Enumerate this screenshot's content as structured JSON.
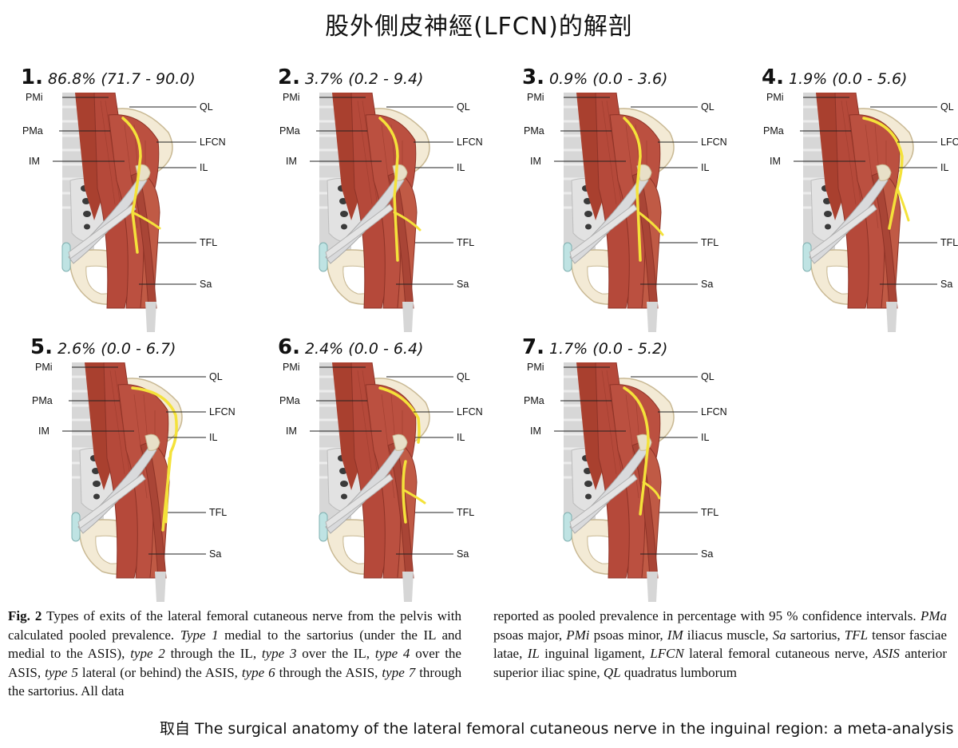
{
  "title": "股外側皮神經(LFCN)的解剖",
  "labels": {
    "pmi": "PMi",
    "pma": "PMa",
    "im": "IM",
    "ql": "QL",
    "lfcn": "LFCN",
    "il": "IL",
    "tfl": "TFL",
    "sa": "Sa"
  },
  "panels": [
    {
      "number": "1.",
      "prevalence": "86.8% (71.7 - 90.0)",
      "type": 1
    },
    {
      "number": "2.",
      "prevalence": "3.7% (0.2 - 9.4)",
      "type": 2
    },
    {
      "number": "3.",
      "prevalence": "0.9% (0.0 - 3.6)",
      "type": 3
    },
    {
      "number": "4.",
      "prevalence": "1.9% (0.0 - 5.6)",
      "type": 4
    },
    {
      "number": "5.",
      "prevalence": "2.6% (0.0 - 6.7)",
      "type": 5
    },
    {
      "number": "6.",
      "prevalence": "2.4% (0.0 - 6.4)",
      "type": 6
    },
    {
      "number": "7.",
      "prevalence": "1.7% (0.0 - 5.2)",
      "type": 7
    }
  ],
  "caption": {
    "fig": "Fig. 2",
    "left_1": "Types of exits of the lateral femoral cutaneous nerve from the pelvis with calculated pooled prevalence.",
    "t1": "Type 1",
    "left_2": "medial to the sartorius (under the IL and medial to the ASIS),",
    "t2": "type 2",
    "left_3": "through the IL,",
    "t3": "type 3",
    "left_4": "over the IL,",
    "t4": "type 4",
    "left_5": "over the ASIS,",
    "t5": "type 5",
    "left_6": "lateral (or behind) the ASIS,",
    "t6": "type 6",
    "left_7": "through the ASIS,",
    "t7": "type 7",
    "left_8": "through the sartorius. All data",
    "right_1": "reported as pooled prevalence in percentage with 95 % confidence intervals.",
    "a_pma": "PMa",
    "d_pma": "psoas major,",
    "a_pmi": "PMi",
    "d_pmi": "psoas minor,",
    "a_im": "IM",
    "d_im": "iliacus muscle,",
    "a_sa": "Sa",
    "d_sa": "sartorius,",
    "a_tfl": "TFL",
    "d_tfl": "tensor fasciae latae,",
    "a_il": "IL",
    "d_il": "inguinal ligament,",
    "a_lfcn": "LFCN",
    "d_lfcn": "lateral femoral cutaneous nerve,",
    "a_asis": "ASIS",
    "d_asis": "anterior superior iliac spine,",
    "a_ql": "QL",
    "d_ql": "quadratus lumborum"
  },
  "credit": "取自 The surgical anatomy of the lateral femoral cutaneous nerve in the inguinal region: a meta-analysis",
  "colors": {
    "muscle": "#b5493a",
    "muscle_dark": "#8e3327",
    "bone": "#f3ead5",
    "bone_edge": "#c9b994",
    "ligament": "#d9dadc",
    "nerve": "#f4e23a",
    "cartilage": "#bfe3e3"
  }
}
